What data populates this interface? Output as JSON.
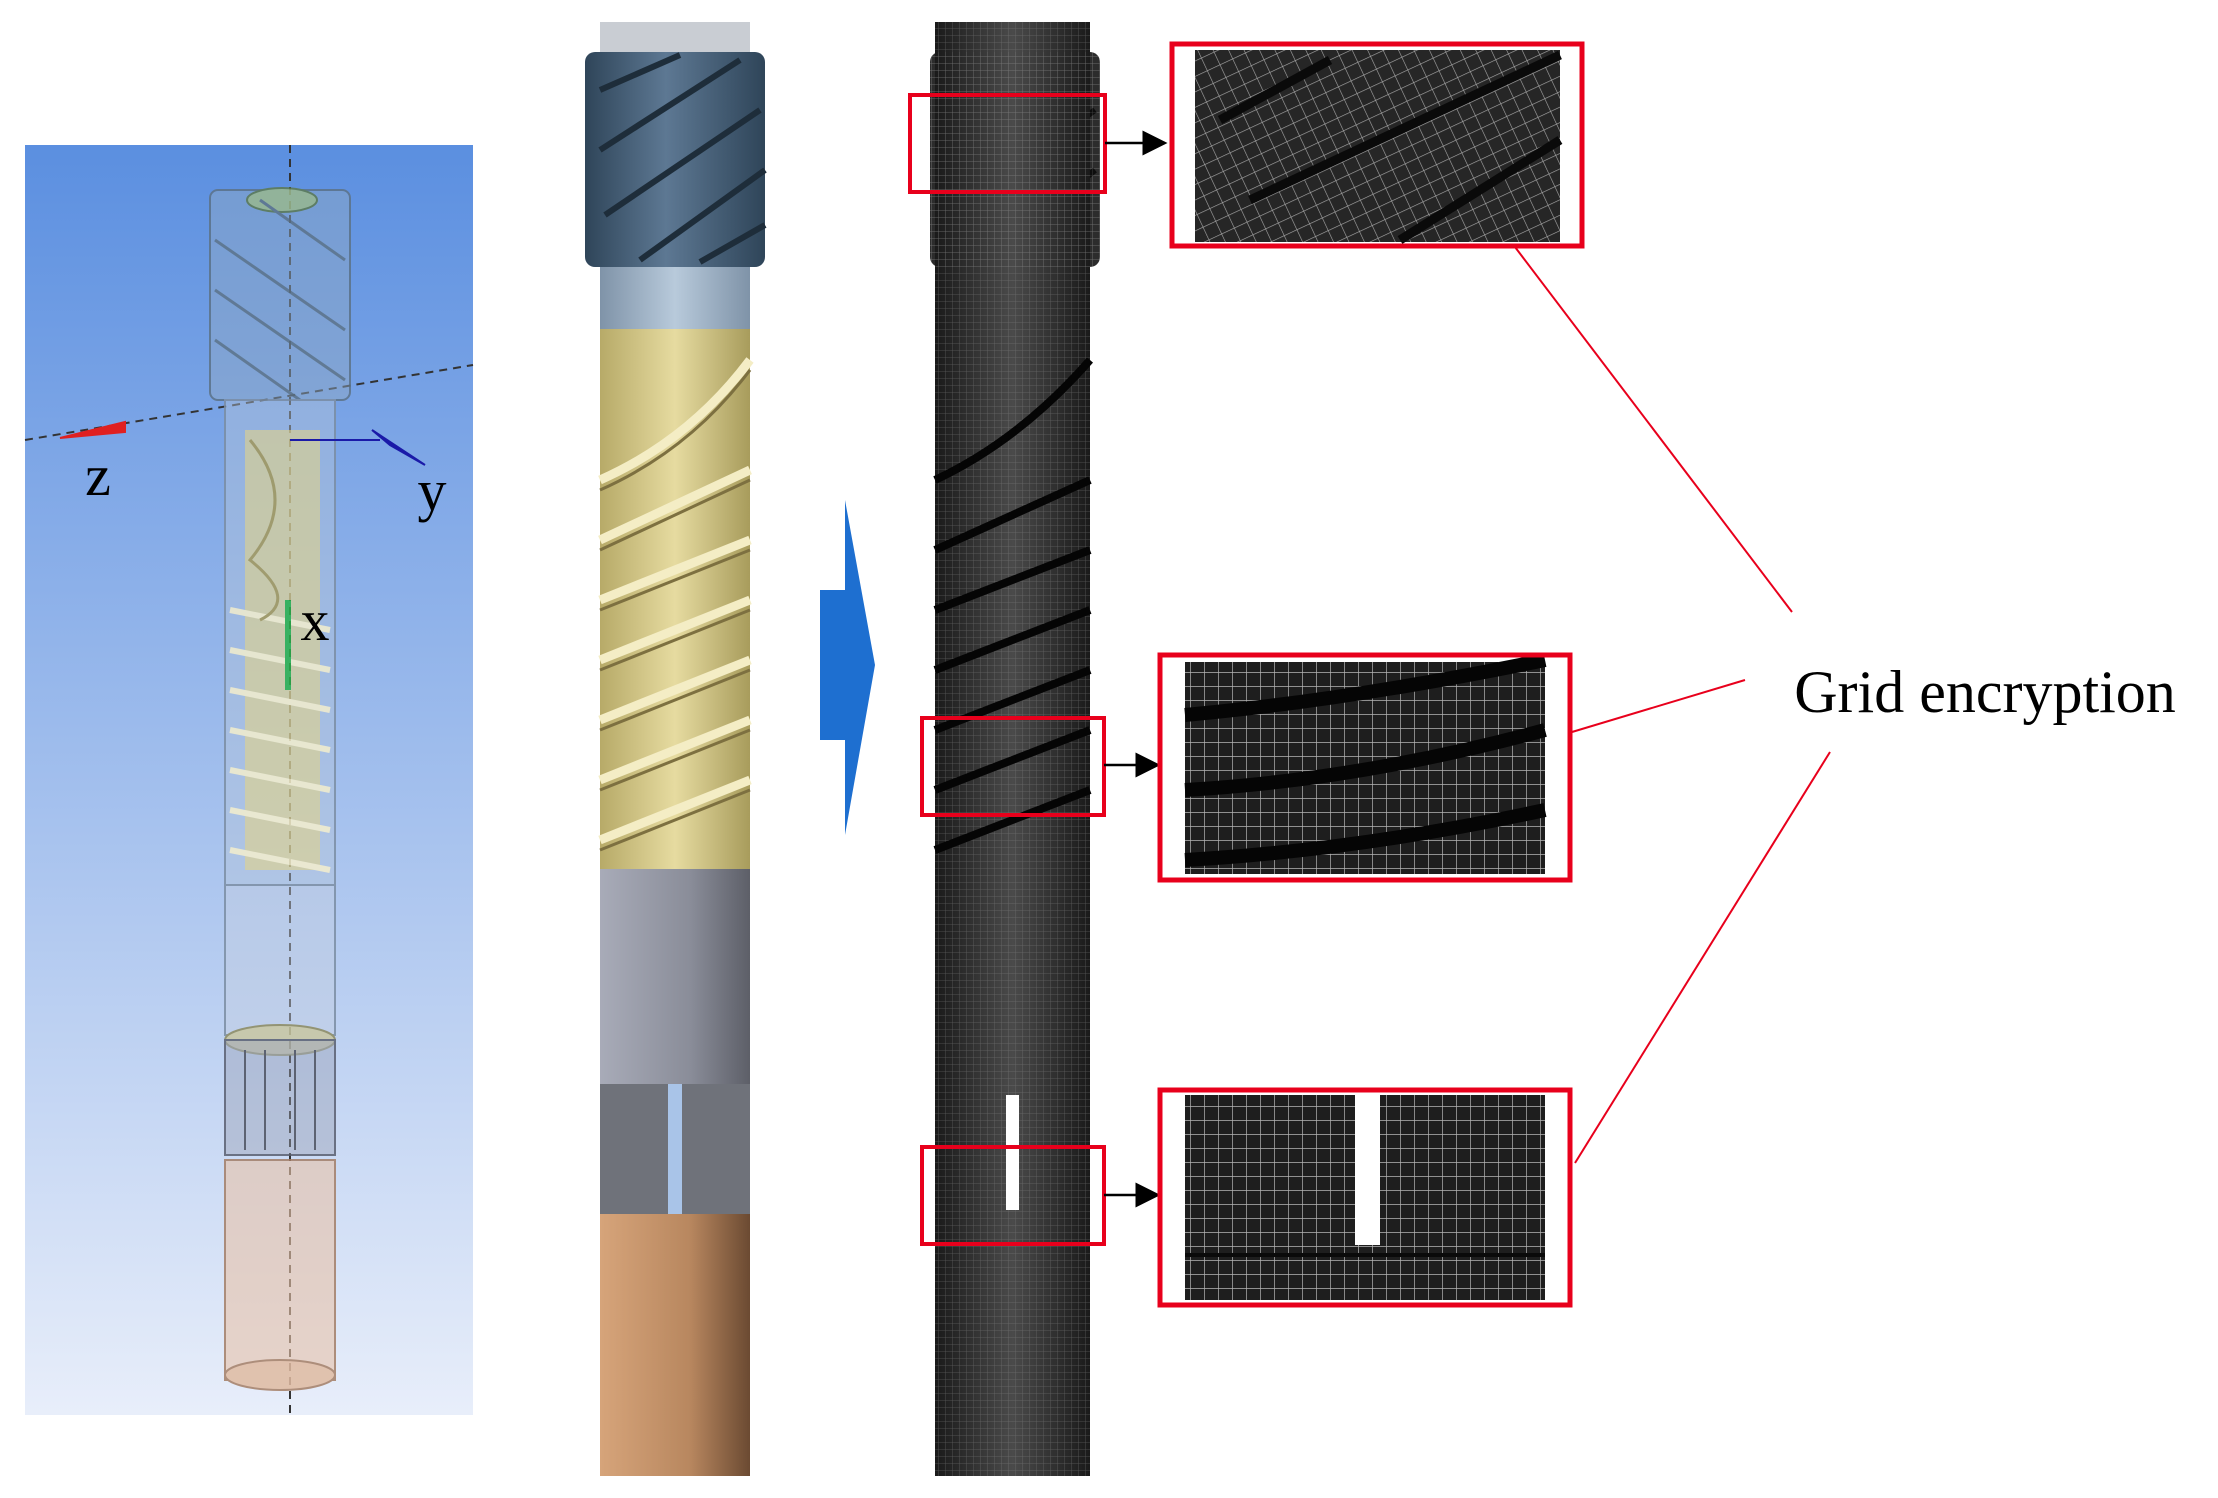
{
  "axes": {
    "x": "x",
    "y": "y",
    "z": "z"
  },
  "callout": {
    "label": "Grid encryption"
  },
  "colors": {
    "viewport_top": "#5b8fe0",
    "viewport_bottom": "#e6eefb",
    "rotor": "#45607a",
    "stator_tube": "#9db3c8",
    "helical": "#d8cc8a",
    "gray_section": "#9699a6",
    "copper": "#c4946a",
    "mesh": "#2a2a2a",
    "arrow": "#1e6fd0",
    "highlight": "#e8001c"
  }
}
